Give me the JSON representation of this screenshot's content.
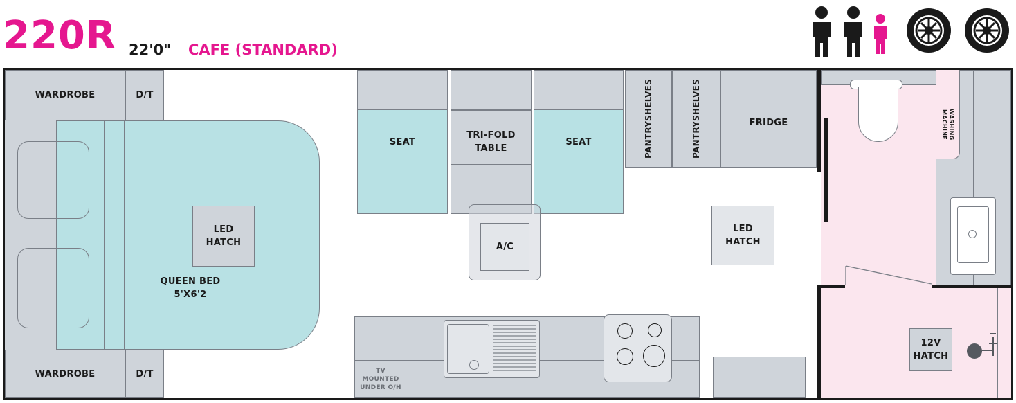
{
  "header": {
    "model": "220R",
    "length": "22'0\"",
    "layout_name": "CAFE (STANDARD)"
  },
  "icons": {
    "occupants": [
      "adult-icon",
      "adult-icon",
      "child-icon"
    ],
    "axles": [
      "tyre-icon",
      "tyre-icon"
    ]
  },
  "rooms": {
    "wardrobe_top": "WARDROBE",
    "dt_top": "D/T",
    "wardrobe_bottom": "WARDROBE",
    "dt_bottom": "D/T",
    "bed_line1": "QUEEN BED",
    "bed_line2": "5'X6'2",
    "led_hatch_bed_1": "LED",
    "led_hatch_bed_2": "HATCH",
    "seat_left": "SEAT",
    "table_1": "TRI-FOLD",
    "table_2": "TABLE",
    "seat_right": "SEAT",
    "ac": "A/C",
    "pantry1_1": "PANTRY",
    "pantry1_2": "SHELVES",
    "pantry2_1": "PANTRY",
    "pantry2_2": "SHELVES",
    "fridge": "FRIDGE",
    "led_hatch_mid_1": "LED",
    "led_hatch_mid_2": "HATCH",
    "washing_1": "WASHING",
    "washing_2": "MACHINE",
    "hatch12v_1": "12V",
    "hatch12v_2": "HATCH",
    "tv_1": "TV MOUNTED",
    "tv_2": "UNDER O/H"
  },
  "colors": {
    "accent": "#e5178f",
    "outline": "#1a1a1a",
    "cabinet": "#cfd4da",
    "upholstery": "#b8e1e4",
    "ensuite": "#fbe6ee"
  }
}
